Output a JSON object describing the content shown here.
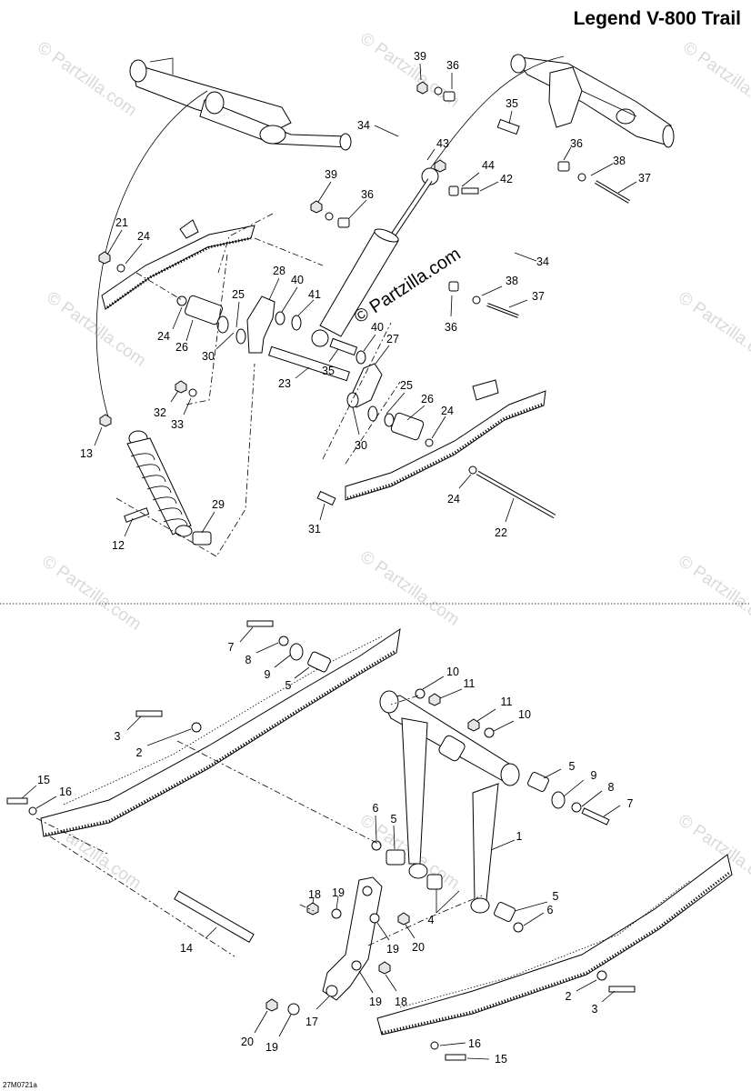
{
  "title": "Legend V-800 Trail",
  "figure_code": "27M0721a",
  "watermark_center": "© Partzilla.com",
  "watermark_small": "© Partzilla.com",
  "callouts": {
    "c1": "1",
    "c2a": "2",
    "c2b": "2",
    "c3a": "3",
    "c3b": "3",
    "c4": "4",
    "c5a": "5",
    "c5b": "5",
    "c5c": "5",
    "c5d": "5",
    "c6a": "6",
    "c6b": "6",
    "c7a": "7",
    "c7b": "7",
    "c8a": "8",
    "c8b": "8",
    "c9a": "9",
    "c9b": "9",
    "c10a": "10",
    "c10b": "10",
    "c11a": "11",
    "c11b": "11",
    "c12": "12",
    "c13": "13",
    "c14": "14",
    "c15a": "15",
    "c15b": "15",
    "c16a": "16",
    "c16b": "16",
    "c17": "17",
    "c18a": "18",
    "c18b": "18",
    "c19a": "19",
    "c19b": "19",
    "c19c": "19",
    "c19d": "19",
    "c20a": "20",
    "c20b": "20",
    "c21": "21",
    "c22": "22",
    "c23": "23",
    "c24a": "24",
    "c24b": "24",
    "c24c": "24",
    "c24d": "24",
    "c25a": "25",
    "c25b": "25",
    "c26a": "26",
    "c26b": "26",
    "c27": "27",
    "c28": "28",
    "c29": "29",
    "c30a": "30",
    "c30b": "30",
    "c31": "31",
    "c32": "32",
    "c33": "33",
    "c34a": "34",
    "c34b": "34",
    "c35a": "35",
    "c35b": "35",
    "c36a": "36",
    "c36b": "36",
    "c36c": "36",
    "c36d": "36",
    "c37a": "37",
    "c37b": "37",
    "c38a": "38",
    "c38b": "38",
    "c39a": "39",
    "c39b": "39",
    "c40a": "40",
    "c40b": "40",
    "c41": "41",
    "c42": "42",
    "c43": "43",
    "c44": "44"
  }
}
